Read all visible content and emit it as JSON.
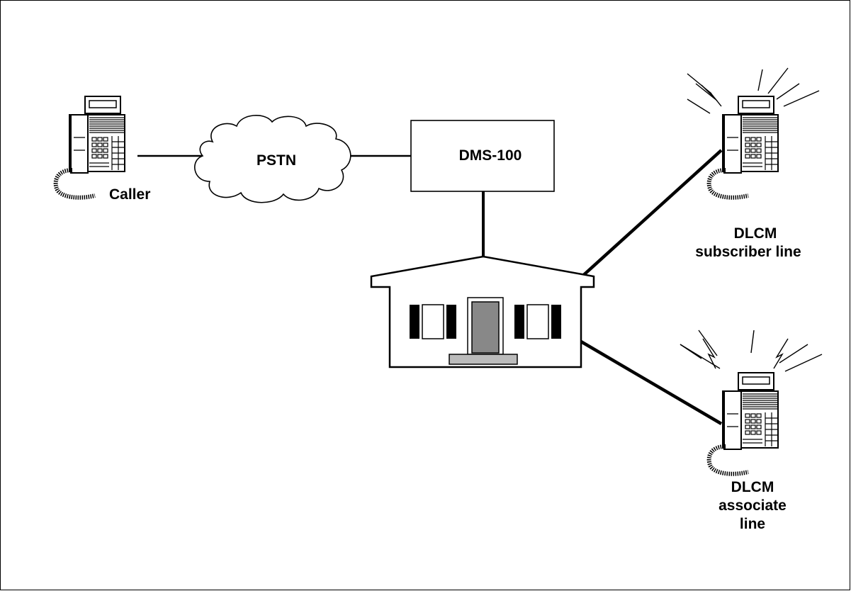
{
  "labels": {
    "caller": "Caller",
    "pstn": "PSTN",
    "switch": "DMS-100",
    "subscriber": [
      "DLCM",
      "subscriber line"
    ],
    "associate": [
      "DLCM",
      "associate",
      "line"
    ]
  },
  "colors": {
    "line": "#000000",
    "door": "#888888",
    "step": "#bbbbbb",
    "background": "#ffffff"
  },
  "icons": [
    "telephone-icon",
    "cloud-icon",
    "house-icon",
    "ringing-icon"
  ]
}
